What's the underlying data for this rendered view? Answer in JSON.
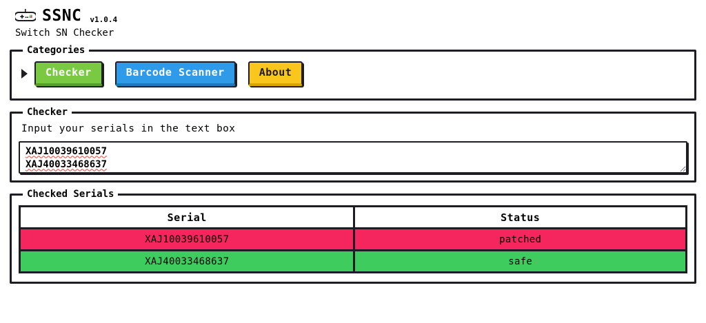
{
  "app": {
    "icon": "gamepad-icon",
    "title": "SSNC",
    "version": "v1.0.4",
    "subtitle": "Switch SN Checker"
  },
  "categories": {
    "legend": "Categories",
    "active_marker": "triangle-right-icon",
    "buttons": [
      {
        "label": "Checker",
        "color": "#7ac943",
        "text_color": "#ffffff",
        "active": true
      },
      {
        "label": "Barcode Scanner",
        "color": "#2f9ae8",
        "text_color": "#ffffff",
        "active": false
      },
      {
        "label": "About",
        "color": "#f8c61c",
        "text_color": "#1d1d23",
        "active": false
      }
    ]
  },
  "checker": {
    "legend": "Checker",
    "hint": "Input your serials in the text box",
    "input_value": "XAJ10039610057\nXAJ40033468637",
    "input_placeholder": ""
  },
  "results": {
    "legend": "Checked Serials",
    "columns": [
      "Serial",
      "Status"
    ],
    "rows": [
      {
        "serial": "XAJ10039610057",
        "status": "patched",
        "color": "#f5255e"
      },
      {
        "serial": "XAJ40033468637",
        "status": "safe",
        "color": "#3ecc5f"
      }
    ]
  },
  "colors": {
    "border": "#1d1d23",
    "patched": "#f5255e",
    "safe": "#3ecc5f",
    "checker_green": "#7ac943",
    "barcode_blue": "#2f9ae8",
    "about_yellow": "#f8c61c",
    "spellcheck_red": "#ff3b30"
  }
}
